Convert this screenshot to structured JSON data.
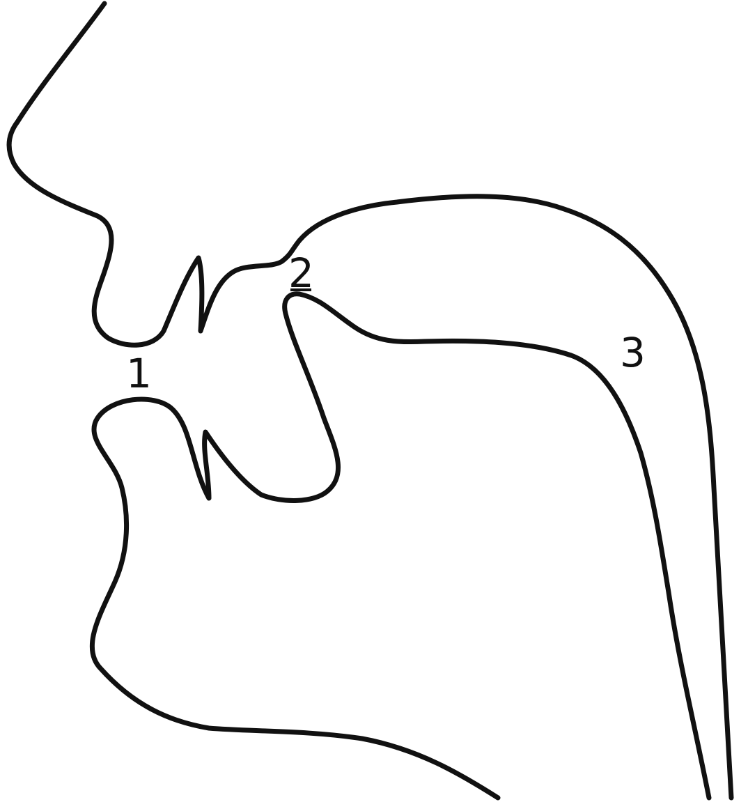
{
  "diagram": {
    "labels": {
      "label_1": "1",
      "label_2": "2",
      "label_3": "3"
    },
    "stroke_color": "#111111",
    "background_color": "#ffffff"
  }
}
